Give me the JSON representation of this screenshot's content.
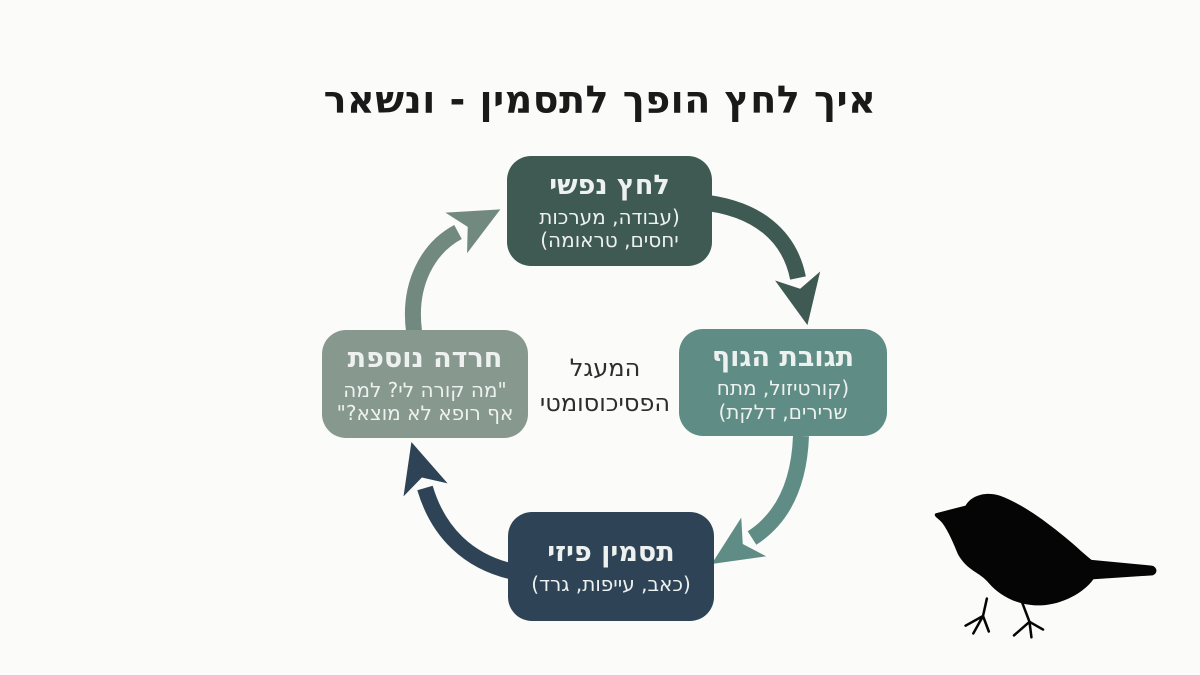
{
  "page": {
    "background": "#fbfbf9"
  },
  "title": "איך לחץ הופך לתסמין - ונשאר",
  "center_label": {
    "line_1": "המעגל",
    "line_2": "הפסיכוסומטי",
    "color": "#2d2d2d"
  },
  "nodes": [
    {
      "id": "mental-stress",
      "position": "top",
      "title": "לחץ נפשי",
      "subtitle": "(עבודה, מערכות יחסים, טראומה)",
      "color": "#3f5a53",
      "text_color": "#edf1ef"
    },
    {
      "id": "body-response",
      "position": "right",
      "title": "תגובת הגוף",
      "subtitle": "(קורטיזול, מתח שרירים, דלקת)",
      "color": "#5f8d85",
      "text_color": "#edf1ef"
    },
    {
      "id": "physical-symptom",
      "position": "bottom",
      "title": "תסמין פיזי",
      "subtitle": "(כאב, עייפות, גרד)",
      "color": "#2e4456",
      "text_color": "#edf1ef"
    },
    {
      "id": "added-anxiety",
      "position": "left",
      "title": "חרדה נוספת",
      "subtitle": "\"מה קורה לי? למה אף רופא לא מוצא?\"",
      "color": "#87988f",
      "text_color": "#f0f3f1"
    }
  ],
  "arrows": [
    {
      "from": "mental-stress",
      "to": "body-response",
      "color": "#3f5a53"
    },
    {
      "from": "body-response",
      "to": "physical-symptom",
      "color": "#5f8d85"
    },
    {
      "from": "physical-symptom",
      "to": "added-anxiety",
      "color": "#2e4456"
    },
    {
      "from": "added-anxiety",
      "to": "mental-stress",
      "color": "#72897f"
    }
  ],
  "bird": {
    "color": "#050505"
  }
}
